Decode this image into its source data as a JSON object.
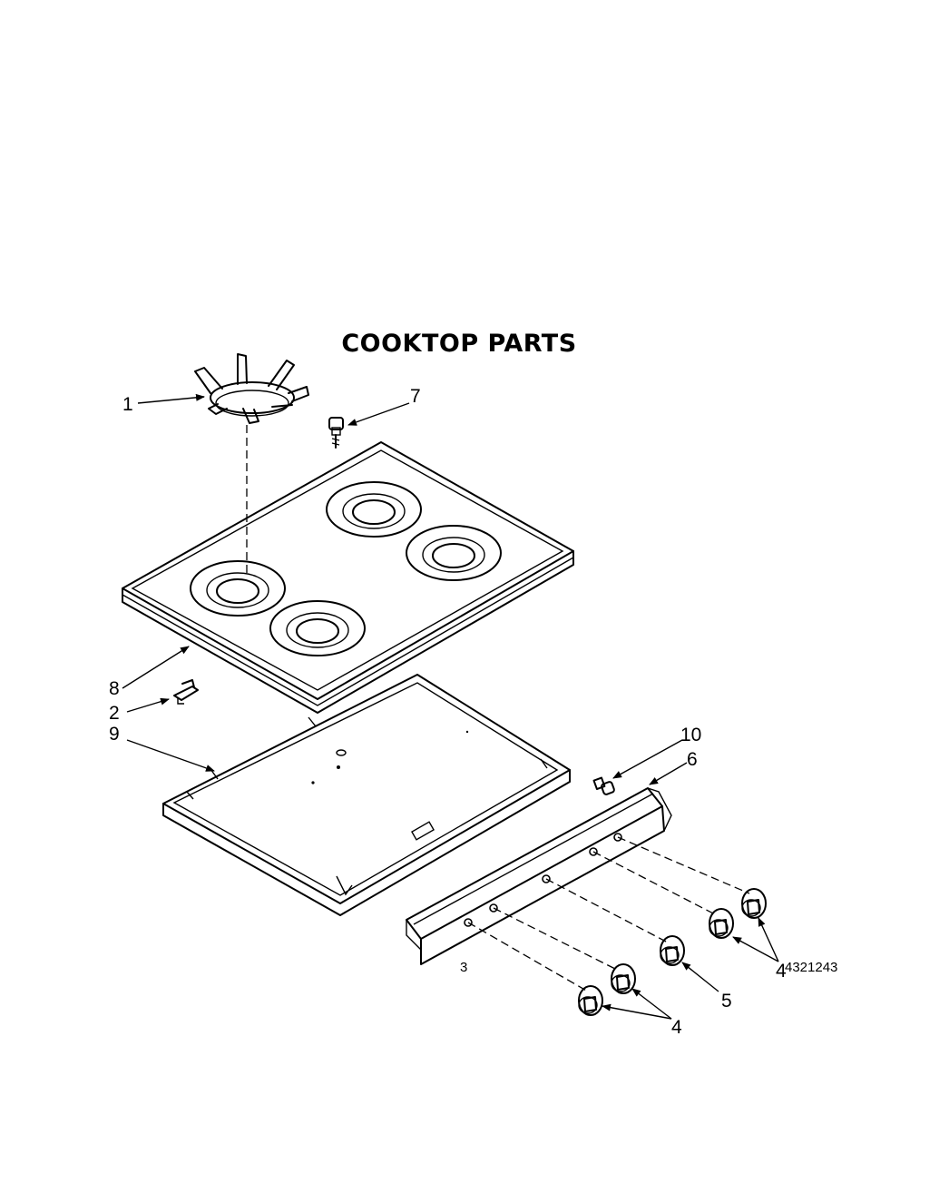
{
  "title": "COOKTOP PARTS",
  "callouts": {
    "c1": "1",
    "c7": "7",
    "c8": "8",
    "c2": "2",
    "c9": "9",
    "c10": "10",
    "c6": "6",
    "c4_right": "4",
    "c5": "5",
    "c4_left": "4"
  },
  "footer": {
    "page_number": "3",
    "document_number": "4321243"
  }
}
